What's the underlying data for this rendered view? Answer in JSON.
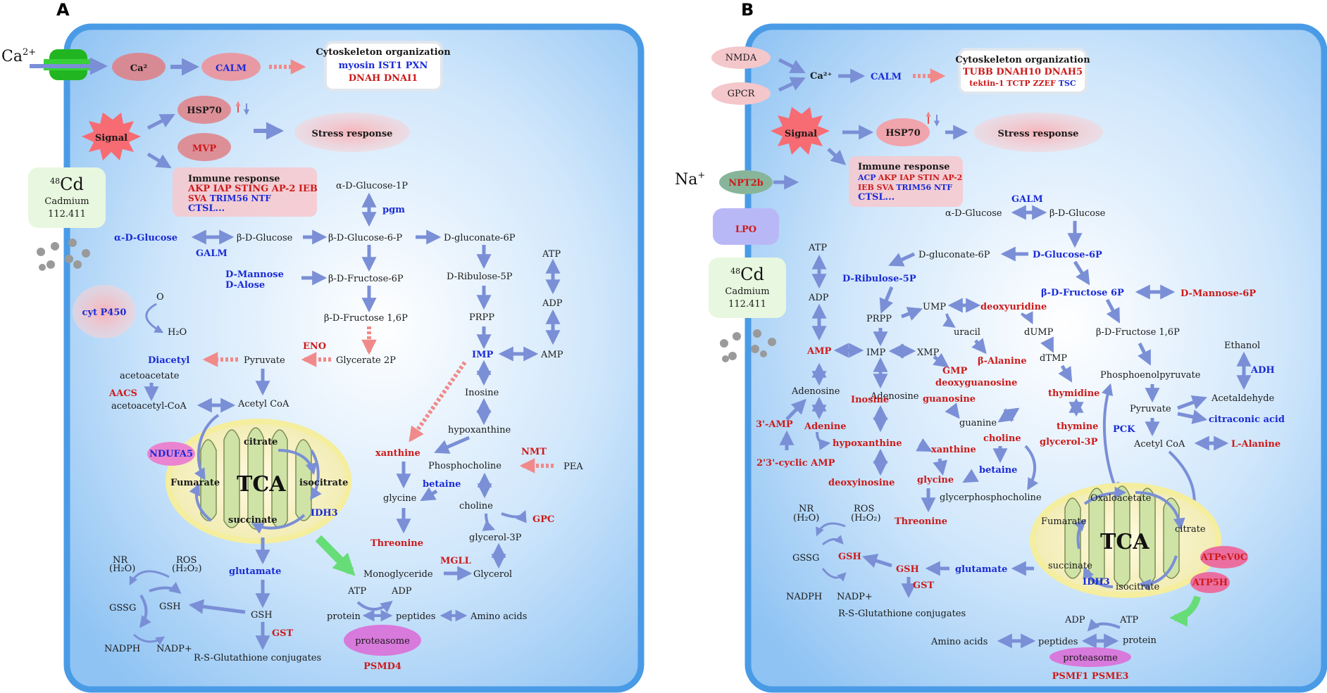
{
  "panel_a": {
    "label": "A",
    "ca_in": "Ca",
    "ca_in_sup": "2+",
    "ca2": "Ca²",
    "calm": "CALM",
    "cyto_title": "Cytoskeleton organization",
    "cyto_blue": "myosin IST1 PXN",
    "cyto_red": "DNAH DNAI1",
    "hsp70": "HSP70",
    "mvp": "MVP",
    "signal": "Signal",
    "stress": "Stress response",
    "immune_title": "Immune response",
    "immune_l1": "AKP IAP STING AP-2 IEB",
    "immune_l2a": "SVA",
    "immune_l2b": "TRIM56 NTF",
    "immune_l3": "CTSL...",
    "cd_num": "48",
    "cd_sym": "Cd",
    "cd_name": "Cadmium",
    "cd_mass": "112.411",
    "cyp": "cyt P450",
    "o2": "O",
    "h2o": "H₂O",
    "a_d_glucose_1p": "α-D-Glucose-1P",
    "pgm": "pgm",
    "a_d_glucose": "α-D-Glucose",
    "b_d_glucose": "β-D-Glucose",
    "b_d_glucose_6p": "β-D-Glucose-6-P",
    "d_gluconate_6p": "D-gluconate-6P",
    "galm": "GALM",
    "d_mannose": "D-Mannose",
    "d_alose": "D-Alose",
    "b_d_fructose_6p": "β-D-Fructose-6P",
    "d_ribulose_5p": "D-Ribulose-5P",
    "atp": "ATP",
    "adp": "ADP",
    "amp": "AMP",
    "fructose_16p": "β-D-Fructose 1,6P",
    "prpp": "PRPP",
    "eno": "ENO",
    "glycerate_2p": "Glycerate 2P",
    "pyruvate": "Pyruvate",
    "diacetyl": "Diacetyl",
    "acetoacetate": "acetoacetate",
    "imp": "IMP",
    "aacs": "AACS",
    "acetoacetyl_coa": "acetoacetyl-CoA",
    "acetyl_coa": "Acetyl CoA",
    "inosine": "Inosine",
    "hypoxanthine": "hypoxanthine",
    "ndufa5": "NDUFA5",
    "citrate": "citrate",
    "tca": "TCA",
    "fumarate": "Fumarate",
    "isocitrate": "isocitrate",
    "succinate": "succinate",
    "idh3": "IDH3",
    "xanthine": "xanthine",
    "nmt": "NMT",
    "phosphocholine": "Phosphocholine",
    "pea": "PEA",
    "betaine": "betaine",
    "glycine": "glycine",
    "choline": "choline",
    "gpc": "GPC",
    "threonine": "Threonine",
    "glycerol_3p": "glycerol-3P",
    "glutamate": "glutamate",
    "mgll": "MGLL",
    "monoglyceride": "Monoglyceride",
    "glycerol": "Glycerol",
    "nr": "NR",
    "nr_sub": "(H₂O)",
    "ros": "ROS",
    "ros_sub": "(H₂O₂)",
    "gssg": "GSSG",
    "gsh": "GSH",
    "gsh2": "GSH",
    "gst": "GST",
    "nadph": "NADPH",
    "nadp": "NADP+",
    "rs_gsh": "R-S-Glutathione conjugates",
    "atp2": "ATP",
    "adp2": "ADP",
    "protein": "protein",
    "peptides": "peptides",
    "amino_acids": "Amino acids",
    "proteasome": "proteasome",
    "psmd4": "PSMD4"
  },
  "panel_b": {
    "label": "B",
    "nmda": "NMDA",
    "gpcr": "GPCR",
    "ca": "Ca²⁺",
    "calm": "CALM",
    "cyto_title": "Cytoskeleton organization",
    "cyto_l1": "TUBB DNAH10 DNAH5",
    "cyto_l2a": "tektin-1 TCTP ZZEF",
    "cyto_l2b": "TSC",
    "signal": "Signal",
    "hsp70": "HSP70",
    "stress": "Stress response",
    "na": "Na",
    "na_sup": "+",
    "npt2b": "NPT2b",
    "immune_title": "Immune response",
    "immune_l1a": "ACP",
    "immune_l1b": "AKP IAP STIN AP-2",
    "immune_l2a": "IEB SVA",
    "immune_l2b": "TRIM56 NTF",
    "immune_l3": "CTSL...",
    "lpo": "LPO",
    "cd_num": "48",
    "cd_sym": "Cd",
    "cd_name": "Cadmium",
    "cd_mass": "112.411",
    "galm": "GALM",
    "a_d_glucose": "α-D-Glucose",
    "b_d_glucose": "β-D-Glucose",
    "atp": "ATP",
    "adp": "ADP",
    "amp": "AMP",
    "d_gluconate_6p": "D-gluconate-6P",
    "d_glucose_6p": "D-Glucose-6P",
    "d_ribulose_5p": "D-Ribulose-5P",
    "b_d_fructose_6p": "β-D-Fructose 6P",
    "d_mannose_6p": "D-Mannose-6P",
    "ump": "UMP",
    "deoxyuridine": "deoxyuridine",
    "prpp": "PRPP",
    "uracil": "uracil",
    "dump": "dUMP",
    "fructose_16p": "β-D-Fructose 1,6P",
    "ethanol": "Ethanol",
    "imp": "IMP",
    "xmp": "XMP",
    "b_alanine": "β-Alanine",
    "dtmp": "dTMP",
    "adh": "ADH",
    "gmp": "GMP",
    "pep": "Phosphoenolpyruvate",
    "adenosine": "Adenosine",
    "inosine": "Inosine",
    "deoxyguanosine": "deoxyguanosine",
    "guanosine": "guanosine",
    "thymidine": "thymidine",
    "pyruvate": "Pyruvate",
    "acetaldehyde": "Acetaldehyde",
    "citraconic": "citraconic acid",
    "amp3": "3'-AMP",
    "adenine": "Adenine",
    "guanine": "guanine",
    "thymine": "thymine",
    "pck": "PCK",
    "acetyl_coa": "Acetyl CoA",
    "l_alanine": "L-Alanine",
    "hypoxanthine": "hypoxanthine",
    "choline": "choline",
    "glycerol_3p": "glycerol-3P",
    "xanthine": "xanthine",
    "cyclic_amp": "2'3'-cyclic AMP",
    "betaine": "betaine",
    "deoxyinosine": "deoxyinosine",
    "glycine": "glycine",
    "gpc": "glycerphosphocholine",
    "oxaloacetate": "Oxaloacetate",
    "nr": "NR",
    "nr_sub": "(H₂O)",
    "ros": "ROS",
    "ros_sub": "(H₂O₂)",
    "threonine": "Threonine",
    "fumarate": "Fumarate",
    "tca": "TCA",
    "citrate": "citrate",
    "atpv0c": "ATPeV0C",
    "gssg": "GSSG",
    "gsh": "GSH",
    "gsh2": "GSH",
    "glutamate": "glutamate",
    "succinate": "succinate",
    "gst": "GST",
    "idh3": "IDH3",
    "isocitrate": "isocitrate",
    "atp5h": "ATP5H",
    "nadph": "NADPH",
    "nadp": "NADP+",
    "rs_gsh": "R-S-Glutathione conjugates",
    "adp2": "ADP",
    "atp2": "ATP",
    "amino_acids": "Amino acids",
    "peptides": "peptides",
    "protein": "protein",
    "proteasome": "proteasome",
    "psmf1": "PSMF1 PSME3"
  },
  "colors": {
    "arrow": "#7a8fd6",
    "red_arrow": "#f08a8a",
    "green_arrow": "#66dd77",
    "blue_text": "#1a2bd6",
    "red_text": "#cc1a1a",
    "cell_border": "#4a9be6"
  }
}
